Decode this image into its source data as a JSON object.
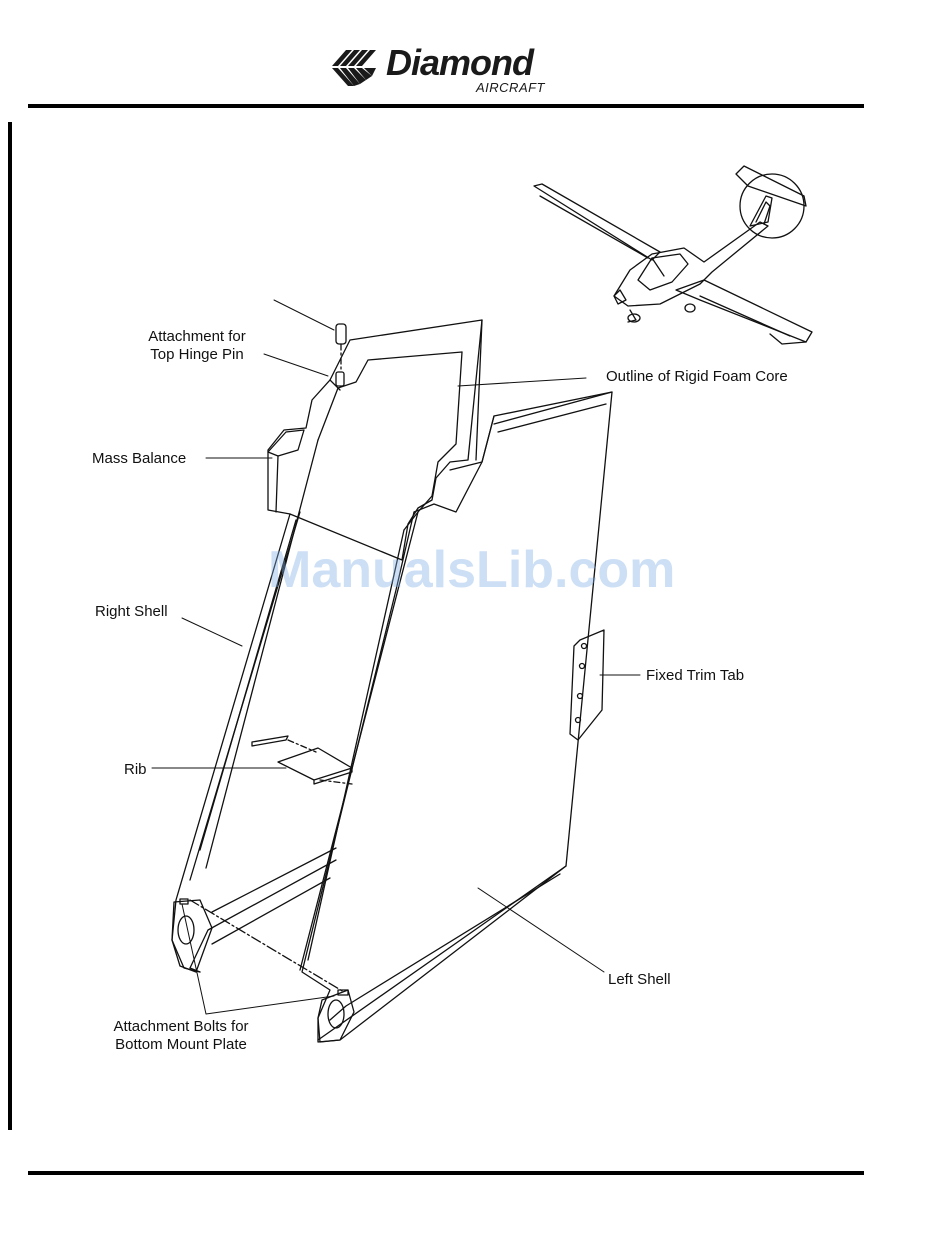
{
  "header": {
    "brand": "Diamond",
    "brand_sub": "AIRCRAFT"
  },
  "watermark": "ManualsLib.com",
  "labels": {
    "hinge_pin_line1": "Attachment for",
    "hinge_pin_line2": "Top Hinge Pin",
    "foam_core": "Outline of Rigid Foam Core",
    "mass_balance": "Mass Balance",
    "right_shell": "Right Shell",
    "fixed_trim_tab": "Fixed Trim Tab",
    "rib": "Rib",
    "left_shell": "Left Shell",
    "bolts_line1": "Attachment Bolts for",
    "bolts_line2": "Bottom Mount Plate"
  }
}
